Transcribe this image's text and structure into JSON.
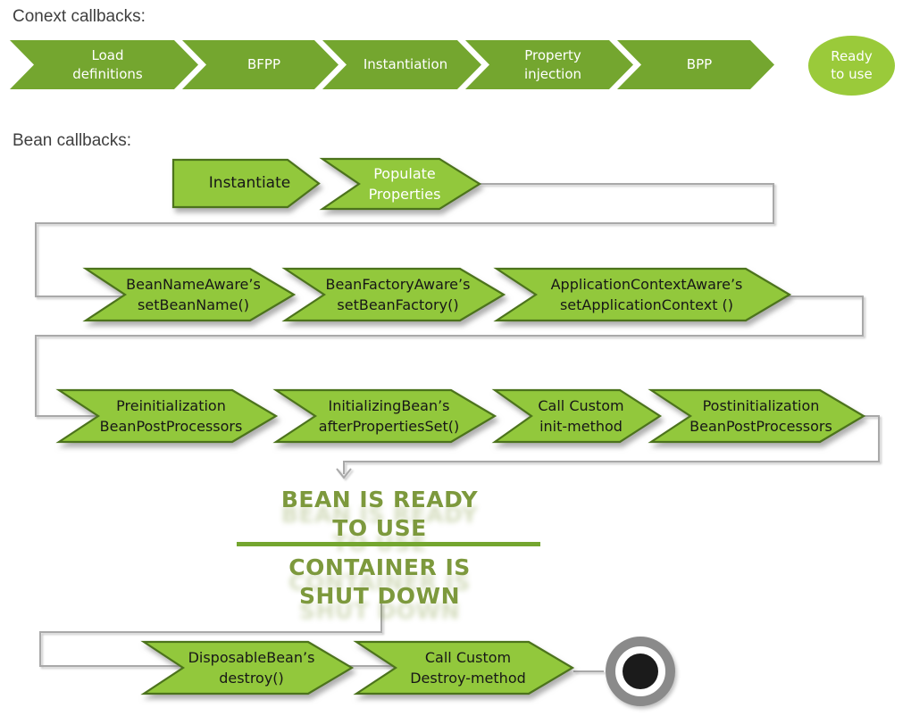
{
  "titles": {
    "context_label": "Conext callbacks:",
    "bean_label": "Bean callbacks:"
  },
  "context_flow": {
    "steps": [
      "Load\ndefinitions",
      "BFPP",
      "Instantiation",
      "Property\ninjection",
      "BPP"
    ],
    "end_state": "Ready\nto use"
  },
  "bean_flow": {
    "row1": [
      "Instantiate",
      "Populate\nProperties"
    ],
    "row2": [
      "BeanNameAware’s\nsetBeanName()",
      "BeanFactoryAware’s\nsetBeanFactory()",
      "ApplicationContextAware’s\nsetApplicationContext ()"
    ],
    "row3": [
      "Preinitialization\nBeanPostProcessors",
      "InitializingBean’s\nafterPropertiesSet()",
      "Call Custom\ninit-method",
      "Postinitialization\nBeanPostProcessors"
    ],
    "milestone_ready": "BEAN IS READY\nTO USE",
    "milestone_shutdown": "CONTAINER IS\nSHUT DOWN",
    "row4": [
      "DisposableBean’s\ndestroy()",
      "Call Custom\nDestroy-method"
    ]
  },
  "colors": {
    "band_green": "#74a62f",
    "arrow_green": "#92c83c",
    "arrow_border": "#4c731c",
    "light_green": "#9aca3a",
    "wordart_green": "#7d993d",
    "connector_gray": "#a9a9a9",
    "ring_gray": "#8a8a8a",
    "text_black": "#171717",
    "title_gray": "#3f3f3f"
  }
}
